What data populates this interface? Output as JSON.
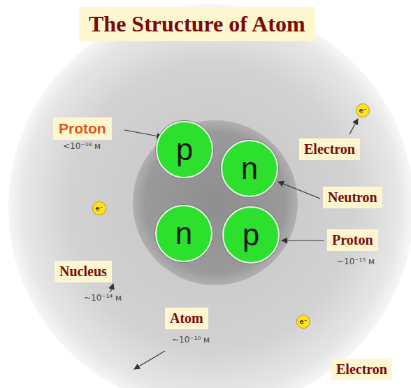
{
  "diagram": {
    "title": "The Structure of Atom",
    "nodes": [
      {
        "text": [
          "p"
        ]
      },
      {
        "text": [
          "n"
        ]
      },
      {
        "text": [
          "n"
        ]
      },
      {
        "text": [
          "p"
        ]
      },
      {
        "text": [
          "e⁻"
        ]
      },
      {
        "text": [
          "e⁻"
        ]
      },
      {
        "text": [
          "e⁻"
        ]
      }
    ],
    "labels": [
      "Proton",
      "<10⁻¹⁸ м",
      "Electron",
      "Neutron",
      "Proton",
      "~10⁻¹⁵ м",
      "Nucleus",
      "~10⁻¹⁴ м",
      "Atom",
      "~10⁻¹⁰ м",
      "Electron"
    ]
  }
}
